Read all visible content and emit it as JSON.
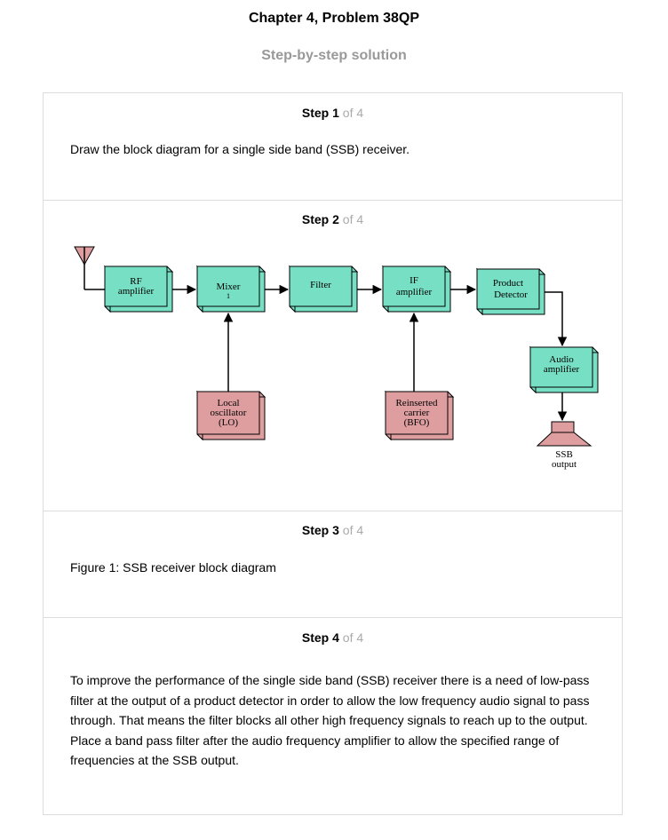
{
  "header": {
    "title": "Chapter 4, Problem 38QP",
    "subtitle": "Step-by-step solution"
  },
  "steps": [
    {
      "label": "Step",
      "number": "1",
      "of_text": "of 4",
      "text": "Draw the block diagram for a single side band (SSB) receiver."
    },
    {
      "label": "Step",
      "number": "2",
      "of_text": "of 4"
    },
    {
      "label": "Step",
      "number": "3",
      "of_text": "of 4",
      "text": "Figure 1: SSB receiver block diagram"
    },
    {
      "label": "Step",
      "number": "4",
      "of_text": "of 4",
      "text": "To improve the performance of the single side band (SSB) receiver there is a need of low-pass filter at the output of a product detector in order to allow the low frequency audio signal to pass through. That means the filter blocks all other high frequency signals to reach up to the output. Place a band pass filter after the audio frequency amplifier to allow the specified range of frequencies at the SSB output."
    }
  ],
  "diagram": {
    "colors": {
      "block_fill": "#77dfc4",
      "source_fill": "#de9ea0",
      "antenna_fill": "#de9ea0",
      "line": "#000000"
    },
    "blocks": {
      "rf": [
        "RF",
        "amplifier"
      ],
      "mixer": [
        "Mixer",
        "1"
      ],
      "filter": [
        "Filter"
      ],
      "if": [
        "IF",
        "amplifier"
      ],
      "product": [
        "Product",
        "Detector"
      ],
      "audio": [
        "Audio",
        "amplifier"
      ],
      "lo": [
        "Local",
        "oscillator",
        "(LO)"
      ],
      "bfo": [
        "Reinserted",
        "carrier",
        "(BFO)"
      ],
      "output": [
        "SSB",
        "output"
      ]
    }
  }
}
